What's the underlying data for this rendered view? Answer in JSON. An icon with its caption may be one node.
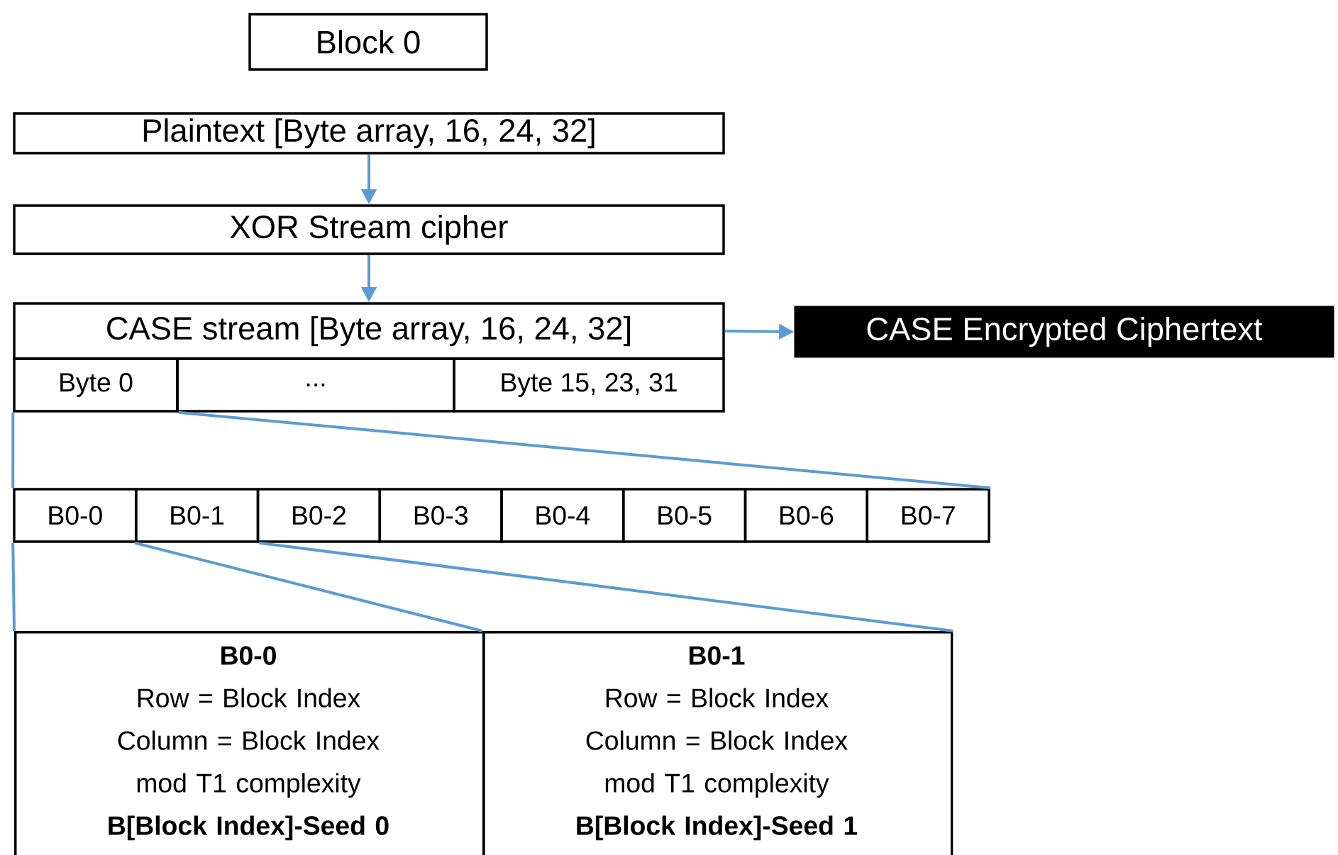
{
  "diagram": {
    "nodes": [
      {
        "text": [
          "Block 0"
        ]
      },
      {
        "text": [
          "Plaintext [Byte array, 16, 24, 32]"
        ]
      },
      {
        "text": [
          "XOR Stream cipher"
        ]
      },
      {
        "text": [
          "CASE stream [Byte array, 16, 24, 32]"
        ]
      },
      {
        "text": [
          "CASE Encrypted Ciphertext"
        ]
      },
      {
        "text": [
          "Byte 0"
        ]
      },
      {
        "text": [
          "..."
        ]
      },
      {
        "text": [
          "Byte 15, 23, 31"
        ]
      },
      {
        "text": [
          "B0-0"
        ]
      },
      {
        "text": [
          "B0-1"
        ]
      },
      {
        "text": [
          "B0-2"
        ]
      },
      {
        "text": [
          "B0-3"
        ]
      },
      {
        "text": [
          "B0-4"
        ]
      },
      {
        "text": [
          "B0-5"
        ]
      },
      {
        "text": [
          "B0-6"
        ]
      },
      {
        "text": [
          "B0-7"
        ]
      },
      {
        "text": [
          "B0-0",
          "Row = Block Index",
          "Column = Block Index mod T1 complexity",
          "B[Block Index]-Seed 0"
        ]
      },
      {
        "text": [
          "B0-1",
          "Row = Block Index",
          "Column = Block Index mod T1 complexity",
          "B[Block Index]-Seed 1"
        ]
      }
    ],
    "edges": [
      {
        "from": 1,
        "to": 2,
        "arrow": "to"
      },
      {
        "from": 2,
        "to": 3,
        "arrow": "to"
      },
      {
        "from": 3,
        "to": 4,
        "arrow": "to"
      },
      {
        "from": 5,
        "to": 8,
        "arrow": "none"
      },
      {
        "from": 5,
        "to": 15,
        "arrow": "none"
      },
      {
        "from": 8,
        "to": 16,
        "arrow": "none"
      },
      {
        "from": 9,
        "to": 17,
        "arrow": "none"
      },
      {
        "from": 9,
        "to": 17,
        "arrow": "none"
      }
    ]
  }
}
